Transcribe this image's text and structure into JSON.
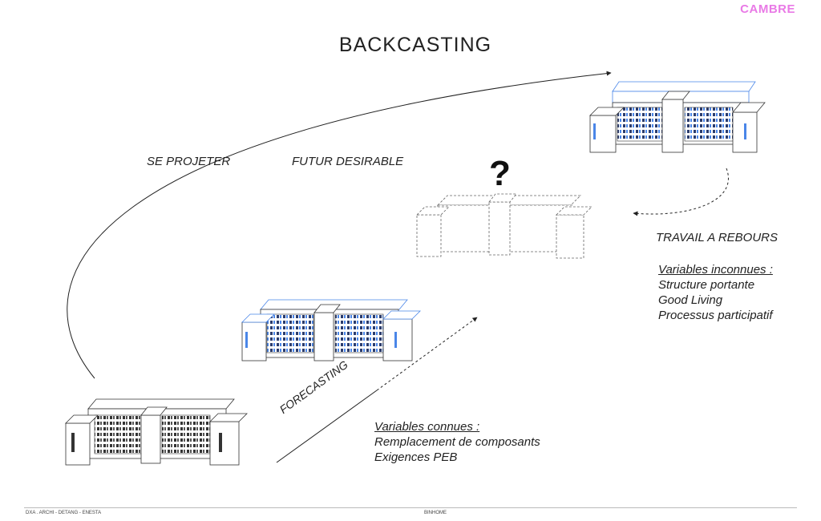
{
  "brand": "CAMBRE",
  "title": "BACKCASTING",
  "labels": {
    "se_projeter": "SE PROJETER",
    "futur_desirable": "FUTUR DESIRABLE",
    "travail_a_rebours": "TRAVAIL A REBOURS",
    "forecasting": "FORECASTING",
    "question_mark": "?"
  },
  "variables_inconnues": {
    "heading": "Variables inconnues :",
    "items": [
      "Structure portante",
      "Good Living",
      "Processus participatif"
    ]
  },
  "variables_connues": {
    "heading": "Variables connues :",
    "items": [
      "Remplacement de composants",
      "Exigences PEB"
    ]
  },
  "footer": {
    "left": "DXA . ARCHI - DETANG - ENESTA",
    "center": "BINHOME"
  },
  "colors": {
    "brand": "#e97ae6",
    "accent_blue": "#4a86e8",
    "line": "#222222"
  }
}
